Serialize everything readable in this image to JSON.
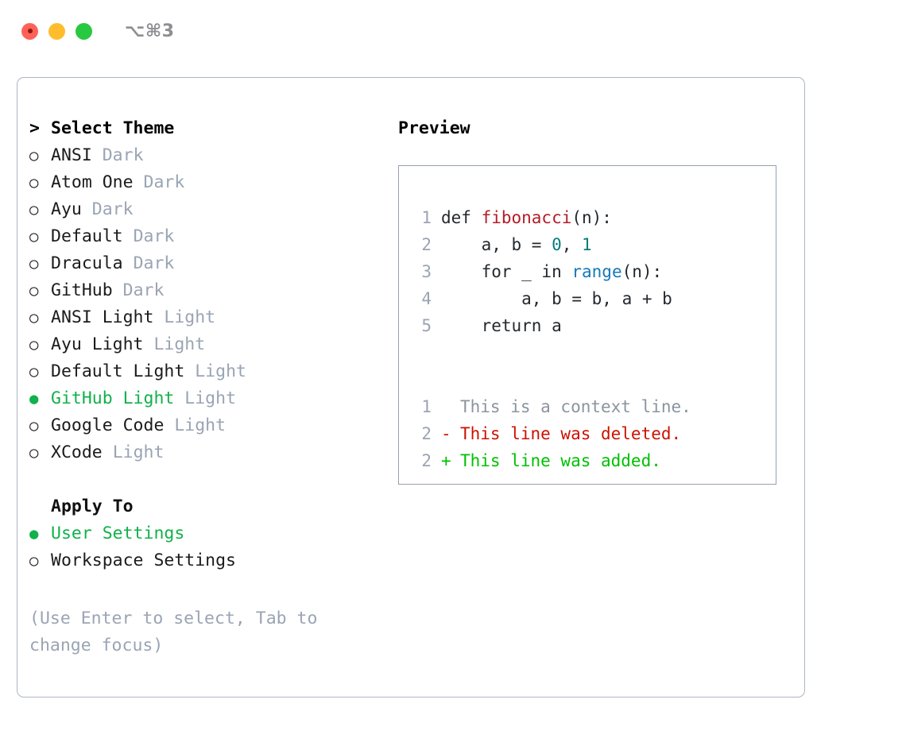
{
  "titlebar": {
    "shortcut": "⌥⌘3",
    "buttons": [
      {
        "name": "close",
        "color": "#ff6159"
      },
      {
        "name": "minimize",
        "color": "#ffbd2e"
      },
      {
        "name": "maximize",
        "color": "#28c840"
      }
    ]
  },
  "colors": {
    "accent_green": "#11b14b",
    "muted_gray": "#9aa4b4",
    "panel_border": "#aeb6c2",
    "preview_border": "#97a0ae",
    "diff_add": "#00c000",
    "diff_del": "#cc1100",
    "code_func": "#b31d28",
    "code_num": "#067d7d",
    "code_builtin": "#1678b8"
  },
  "theme_list": {
    "header_prefix": ">",
    "header": "Select Theme",
    "items": [
      {
        "prefix": "○",
        "name": "ANSI",
        "suffix": "Dark",
        "selected": false
      },
      {
        "prefix": "○",
        "name": "Atom One",
        "suffix": "Dark",
        "selected": false
      },
      {
        "prefix": "○",
        "name": "Ayu",
        "suffix": "Dark",
        "selected": false
      },
      {
        "prefix": "○",
        "name": "Default",
        "suffix": "Dark",
        "selected": false
      },
      {
        "prefix": "○",
        "name": "Dracula",
        "suffix": "Dark",
        "selected": false
      },
      {
        "prefix": "○",
        "name": "GitHub",
        "suffix": "Dark",
        "selected": false
      },
      {
        "prefix": "○",
        "name": "ANSI Light",
        "suffix": "Light",
        "selected": false
      },
      {
        "prefix": "○",
        "name": "Ayu Light",
        "suffix": "Light",
        "selected": false
      },
      {
        "prefix": "○",
        "name": "Default Light",
        "suffix": "Light",
        "selected": false
      },
      {
        "prefix": "●",
        "name": "GitHub Light",
        "suffix": "Light",
        "selected": true
      },
      {
        "prefix": "○",
        "name": "Google Code",
        "suffix": "Light",
        "selected": false
      },
      {
        "prefix": "○",
        "name": "XCode",
        "suffix": "Light",
        "selected": false
      }
    ]
  },
  "apply_to": {
    "header": "Apply To",
    "items": [
      {
        "prefix": "●",
        "name": "User Settings",
        "selected": true
      },
      {
        "prefix": "○",
        "name": "Workspace Settings",
        "selected": false
      }
    ]
  },
  "hint": "(Use Enter to select, Tab to change focus)",
  "preview": {
    "heading": "Preview",
    "code_lines": [
      {
        "lineno": "1",
        "tokens": [
          {
            "text": "def ",
            "type": "plain"
          },
          {
            "text": "fibonacci",
            "type": "func"
          },
          {
            "text": "(n):",
            "type": "plain"
          }
        ]
      },
      {
        "lineno": "2",
        "tokens": [
          {
            "text": "    a, b = ",
            "type": "plain"
          },
          {
            "text": "0",
            "type": "num"
          },
          {
            "text": ", ",
            "type": "plain"
          },
          {
            "text": "1",
            "type": "num"
          }
        ]
      },
      {
        "lineno": "3",
        "tokens": [
          {
            "text": "    for _ in ",
            "type": "plain"
          },
          {
            "text": "range",
            "type": "builtin"
          },
          {
            "text": "(n):",
            "type": "plain"
          }
        ]
      },
      {
        "lineno": "4",
        "tokens": [
          {
            "text": "        a, b = b, a + b",
            "type": "plain"
          }
        ]
      },
      {
        "lineno": "5",
        "tokens": [
          {
            "text": "    return a",
            "type": "plain"
          }
        ]
      }
    ],
    "diff_lines": [
      {
        "lineno": "1",
        "marker": "",
        "text": "This is a context line.",
        "kind": "context"
      },
      {
        "lineno": "2",
        "marker": "-",
        "text": "This line was deleted.",
        "kind": "deleted"
      },
      {
        "lineno": "2",
        "marker": "+",
        "text": "This line was added.",
        "kind": "added"
      }
    ]
  }
}
